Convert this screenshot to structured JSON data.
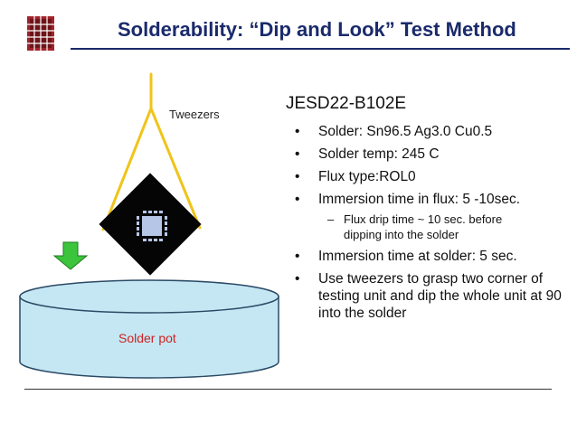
{
  "slide": {
    "title": "Solderability: “Dip and Look” Test Method",
    "colors": {
      "title": "#1a2a6b",
      "pot": "#c5e7f3",
      "tweezers": "#f0c419",
      "arrow": "#3cc43c",
      "label_red": "#cc2222",
      "logo": "#a1232a"
    }
  },
  "diagram": {
    "tweezers_label": "Tweezers",
    "pot_label": "Solder pot",
    "icons": [
      "logo-icon",
      "green-arrow-down-icon",
      "chip-icon",
      "tweezers-icon"
    ]
  },
  "content": {
    "heading": "JESD22-B102E",
    "bullets": [
      "Solder: Sn96.5 Ag3.0 Cu0.5",
      "Solder temp: 245 C",
      "Flux type:ROL0",
      "Immersion time in flux: 5 -10sec."
    ],
    "sub_bullet": "Flux drip time ~ 10 sec. before dipping into the solder",
    "bullets_after": [
      "Immersion time at solder: 5 sec.",
      "Use tweezers to grasp two corner of testing unit and dip the whole unit at 90  into the solder"
    ]
  }
}
